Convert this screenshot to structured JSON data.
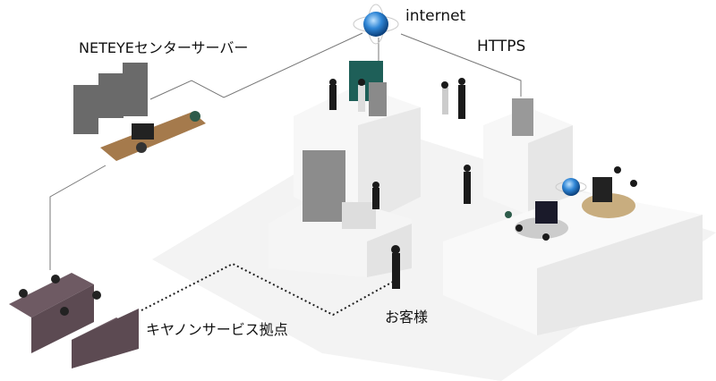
{
  "labels": {
    "internet": "internet",
    "center_server": "NETEYEセンターサーバー",
    "https": "HTTPS",
    "canon_service_base": "キヤノンサービス拠点",
    "customer": "お客様"
  },
  "colors": {
    "globe": "#2f86d6",
    "floor": "#f2f2f2",
    "block_side": "#e4e4e4",
    "partition": "#6e5a63",
    "desk": "#a57a4c",
    "server": "#6a6a6a"
  }
}
